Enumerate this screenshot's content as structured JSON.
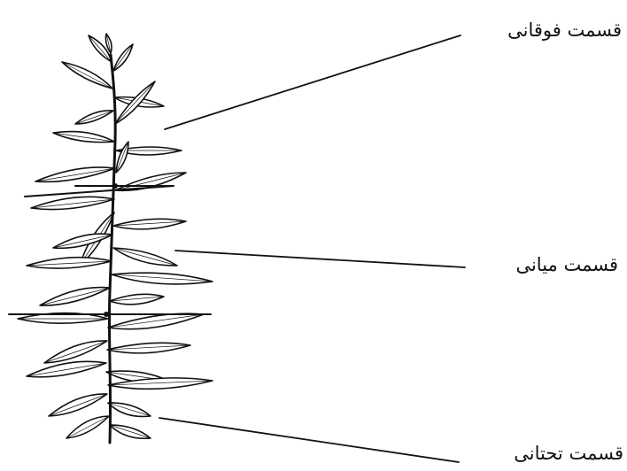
{
  "diagram": {
    "labels": {
      "upper": "قسمت فوقانی",
      "middle": "قسمت میانی",
      "lower": "قسمت تحتانی"
    }
  }
}
